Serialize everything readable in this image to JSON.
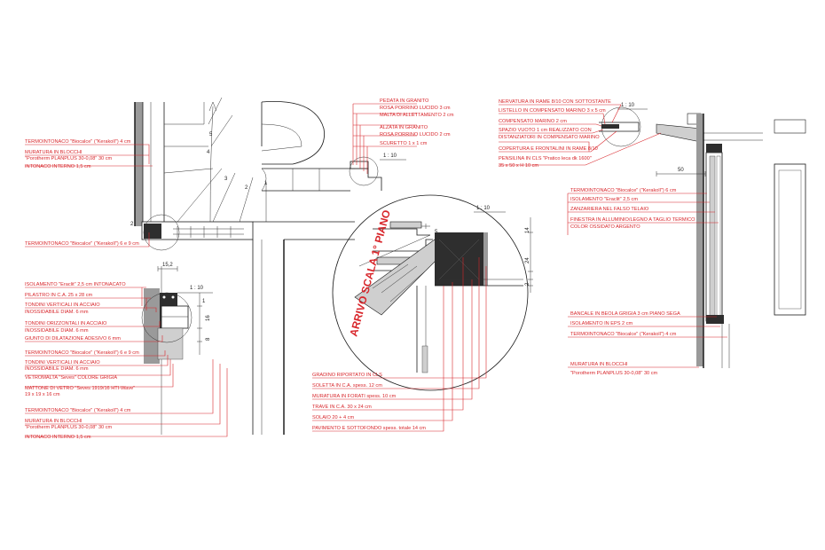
{
  "colors": {
    "annotation": "#d8262b",
    "linework": "#1a1a1a",
    "background": "#ffffff"
  },
  "title": "ARRIVO SCALA 1° PIANO",
  "scales": [
    "1 : 10",
    "1 : 10",
    "1 : 10",
    "1 : 10"
  ],
  "dimensions": {
    "step_numbers": [
      "5",
      "4",
      "3",
      "2",
      "1"
    ],
    "d_15_2": "15,2",
    "d_1": "1",
    "d_16": "16",
    "d_8": "8",
    "d_2": "2",
    "d_14": "14",
    "d_24": "24",
    "d_2b": "2",
    "d_5": "5",
    "d_50": "50"
  },
  "labels_top_left": [
    "TERMOINTONACO \"Biocalce\" (\"Kerakoll\") 4 cm",
    "MURATURA IN BLOCCHI",
    "\"Porotherm PLANPLUS 30-0,08\" 30 cm",
    "INTONACO INTERNO 1,5 cm"
  ],
  "label_left_mid": "TERMOINTONACO \"Biocalce\" (\"Kerakoll\") 6 e 9 cm",
  "labels_left_detail": [
    "ISOLAMENTO \"Eraclit\" 2,5 cm INTONACATO",
    "PILASTRO IN C.A. 25 x 28 cm",
    "TONDINI VERTICALI IN ACCIAIO",
    "INOSSIDABILE DIAM. 6 mm",
    "TONDINI ORIZZONTALI IN ACCIAIO",
    "INOSSIDABILE DIAM. 6 mm",
    "GIUNTO DI DILATAZIONE ADESIVO 6 mm",
    "TERMOINTONACO \"Biocalce\" (\"Kerakoll\") 6 e 9 cm",
    "TONDINI VERTICALI IN ACCIAIO",
    "INOSSIDABILE DIAM. 6 mm",
    "VETROMALTA \"Seves\" COLORE GRIGIA",
    "MATTONE DI VETRO \"Seves 1919/16 HTI-Wave\"",
    "19 x 19 x 16 cm"
  ],
  "labels_bottom_left": [
    "TERMOINTONACO \"Biocalce\" (\"Kerakoll\") 4 cm",
    "MURATURA IN BLOCCHI",
    "\"Porotherm PLANPLUS 30-0,08\" 30 cm",
    "INTONACO INTERNO 1,5 cm"
  ],
  "labels_stair_top": [
    "PEDATA IN GRANITO",
    "ROSA PORRINO LUCIDO 3 cm",
    "MALTA DI ALLETTAMENTO 2 cm",
    "ALZATA IN GRANITO",
    "ROSA PORRINO LUCIDO 2 cm",
    "SCURETTO 1 x 1 cm"
  ],
  "labels_stair_bottom": [
    "GRADINO RIPORTATO IN CLS",
    "SOLETTA IN C.A. spess. 12 cm",
    "MURATURA IN FORATI spess. 10 cm",
    "TRAVE IN C.A. 30 x 24 cm",
    "SOLAIO 20 + 4 cm",
    "PAVIMENTO E SOTTOFONDO spess. totale 14 cm"
  ],
  "labels_window_top": [
    "NERVATURA IN RAME 8/10 CON SOTTOSTANTE",
    "LISTELLO IN COMPENSATO MARINO 3 x 5 cm",
    "COMPENSATO MARINO 2 cm",
    "SPAZIO VUOTO 1 cm REALIZZATO CON",
    "DISTANZIATORI IN COMPENSATO MARINO",
    "COPERTURA  E FRONTALINI IN RAME 8/10",
    "PENSILINA IN CLS \"Pratico leca dk 1600\"",
    "35 x 50 x H 10 cm"
  ],
  "labels_window_mid": [
    "TERMOINTONACO \"Biocalce\" (\"Kerakoll\") 6 cm",
    "ISOLAMENTO \"Eraclit\" 2,5 cm",
    "ZANZARIERA NEL FALSO TELAIO",
    "FINESTRA IN ALLUMINIO/LEGNO A TAGLIO TERMICO",
    "COLOR OSSIDATO ARGENTO"
  ],
  "labels_window_bottom": [
    "BANCALE IN BEOLA GRIGIA 3 cm PIANO SEGA",
    "ISOLAMENTO IN EPS 2 cm",
    "TERMOINTONACO \"Biocalce\" (\"Kerakoll\") 4 cm"
  ],
  "labels_window_wall": [
    "MURATURA IN BLOCCHI",
    "\"Porotherm PLANPLUS 30-0,08\" 30 cm"
  ]
}
